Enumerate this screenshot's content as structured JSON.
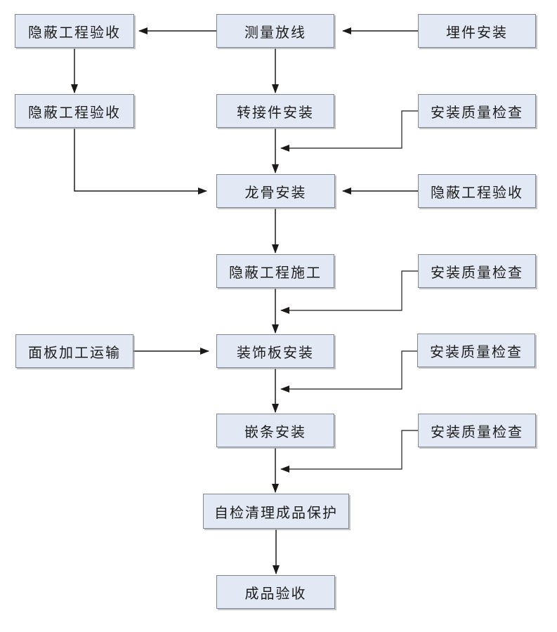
{
  "diagram": {
    "type": "flowchart",
    "background_color": "#ffffff",
    "node_fill_color": "#e3e9f4",
    "node_border_color": "#7f8694",
    "arrow_color": "#1c1a19",
    "text_color": "#1d1d1d",
    "nodes": [
      {
        "id": "hidden-works-acceptance-1",
        "label": "隐蔽工程验收"
      },
      {
        "id": "survey-layout",
        "label": "测量放线"
      },
      {
        "id": "embedded-parts-installation",
        "label": "埋件安装"
      },
      {
        "id": "hidden-works-acceptance-2",
        "label": "隐蔽工程验收"
      },
      {
        "id": "adapter-installation",
        "label": "转接件安装"
      },
      {
        "id": "installation-quality-check-1",
        "label": "安装质量检查"
      },
      {
        "id": "keel-installation",
        "label": "龙骨安装"
      },
      {
        "id": "hidden-works-acceptance-3",
        "label": "隐蔽工程验收"
      },
      {
        "id": "hidden-works-construction",
        "label": "隐蔽工程施工"
      },
      {
        "id": "installation-quality-check-2",
        "label": "安装质量检查"
      },
      {
        "id": "panel-processing-transport",
        "label": "面板加工运输"
      },
      {
        "id": "decorative-panel-installation",
        "label": "装饰板安装"
      },
      {
        "id": "installation-quality-check-3",
        "label": "安装质量检查"
      },
      {
        "id": "trim-strip-installation",
        "label": "嵌条安装"
      },
      {
        "id": "installation-quality-check-4",
        "label": "安装质量检查"
      },
      {
        "id": "self-inspection-cleanup-product-protection",
        "label": "自检清理成品保护"
      },
      {
        "id": "finished-product-acceptance",
        "label": "成品验收"
      }
    ],
    "edges": [
      {
        "from": "embedded-parts-installation",
        "to": "survey-layout"
      },
      {
        "from": "survey-layout",
        "to": "hidden-works-acceptance-1"
      },
      {
        "from": "hidden-works-acceptance-1",
        "to": "hidden-works-acceptance-2"
      },
      {
        "from": "survey-layout",
        "to": "adapter-installation"
      },
      {
        "from": "adapter-installation",
        "to": "keel-installation"
      },
      {
        "from": "installation-quality-check-1",
        "to": "flow between adapter-installation and keel-installation"
      },
      {
        "from": "hidden-works-acceptance-2",
        "to": "keel-installation"
      },
      {
        "from": "hidden-works-acceptance-3",
        "to": "keel-installation"
      },
      {
        "from": "keel-installation",
        "to": "hidden-works-construction"
      },
      {
        "from": "hidden-works-construction",
        "to": "decorative-panel-installation"
      },
      {
        "from": "installation-quality-check-2",
        "to": "flow between hidden-works-construction and decorative-panel-installation"
      },
      {
        "from": "panel-processing-transport",
        "to": "decorative-panel-installation"
      },
      {
        "from": "decorative-panel-installation",
        "to": "trim-strip-installation"
      },
      {
        "from": "installation-quality-check-3",
        "to": "flow between decorative-panel-installation and trim-strip-installation"
      },
      {
        "from": "trim-strip-installation",
        "to": "self-inspection-cleanup-product-protection"
      },
      {
        "from": "installation-quality-check-4",
        "to": "flow between trim-strip-installation and self-inspection-cleanup-product-protection"
      },
      {
        "from": "self-inspection-cleanup-product-protection",
        "to": "finished-product-acceptance"
      }
    ]
  }
}
